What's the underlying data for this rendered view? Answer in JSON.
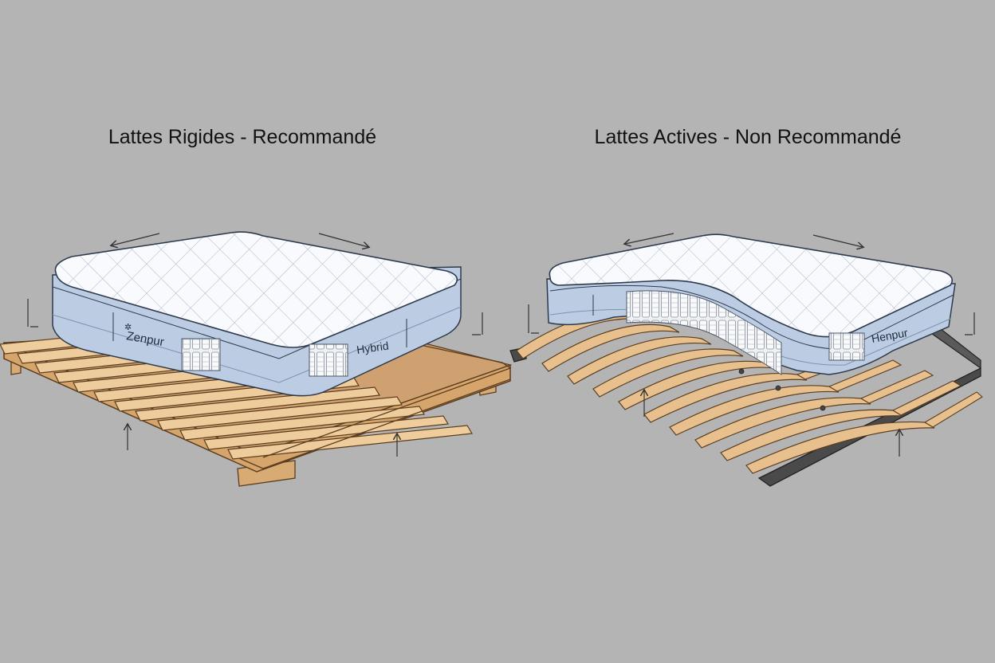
{
  "panels": {
    "left": {
      "title": "Lattes Rigides - Recommandé",
      "mattress_brand": "Zenpur",
      "mattress_type": "Hybrid"
    },
    "right": {
      "title": "Lattes Actives - Non Recommandé",
      "mattress_brand": "Henpur"
    }
  },
  "colors": {
    "background": "#b4b4b4",
    "slat_wood": "#e2b98a",
    "slat_wood_light": "#efd0a4",
    "mattress_side": "#b9cbe2",
    "mattress_top": "#f7f9fc",
    "frame_dark": "#4a4a4a"
  }
}
